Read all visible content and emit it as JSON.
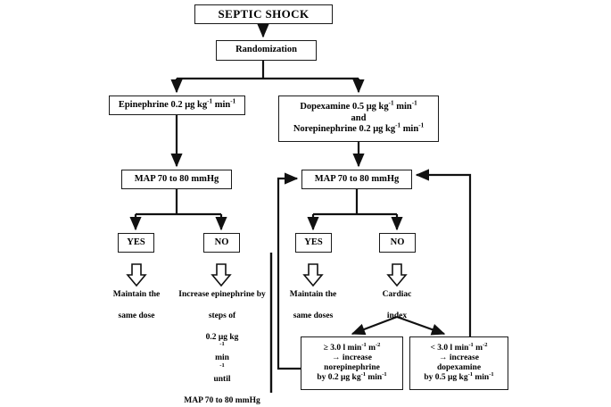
{
  "title": "Septic shock randomization and vasopressor titration flowchart",
  "diagram": {
    "type": "flowchart",
    "nodes": {
      "septic_shock": "SEPTIC SHOCK",
      "randomization": "Randomization",
      "epinephrine_arm_line1": "Epinephrine 0.2 μg kg",
      "epinephrine_arm_sup1": "-1",
      "epinephrine_arm_line2": " min",
      "epinephrine_arm_sup2": "-1",
      "dopexamine_arm_l1a": "Dopexamine 0.5 μg kg",
      "dopexamine_arm_l1sup1": "-1",
      "dopexamine_arm_l1b": " min",
      "dopexamine_arm_l1sup2": "-1",
      "dopexamine_arm_l2": "and",
      "dopexamine_arm_l3a": "Norepinephrine 0.2 μg kg",
      "dopexamine_arm_l3sup1": "-1",
      "dopexamine_arm_l3b": " min",
      "dopexamine_arm_l3sup2": "-1",
      "map_left": "MAP 70 to 80 mmHg",
      "map_right": "MAP 70 to 80 mmHg",
      "yes_left": "YES",
      "no_left": "NO",
      "yes_right": "YES",
      "no_right": "NO",
      "ci_high_l1": "≥ 3.0 l min",
      "ci_high_l1sup1": "-1",
      "ci_high_l1b": " m",
      "ci_high_l1sup2": "-2",
      "ci_high_l2": "→ increase",
      "ci_high_l3": "norepinephrine",
      "ci_high_l4": "by 0.2 μg kg",
      "ci_high_l4sup1": "-1",
      "ci_high_l4b": " min",
      "ci_high_l4sup2": "-1",
      "ci_low_l1": "< 3.0 l min",
      "ci_low_l1sup1": "-1",
      "ci_low_l1b": " m",
      "ci_low_l1sup2": "-2",
      "ci_low_l2": "→ increase",
      "ci_low_l3": "dopexamine",
      "ci_low_l4": "by 0.5 μg kg",
      "ci_low_l4sup1": "-1",
      "ci_low_l4b": " min",
      "ci_low_l4sup2": "-1"
    },
    "labels": {
      "maintain_same_dose_l1": "Maintain the",
      "maintain_same_dose_l2": "same dose",
      "increase_epi_l1": "Increase epinephrine by",
      "increase_epi_l2": "steps of",
      "increase_epi_l3": "0.2 μg kg",
      "increase_epi_l3sup1": "-1",
      "increase_epi_l3b": " min",
      "increase_epi_l3sup2": "-1",
      "increase_epi_l3c": " until",
      "increase_epi_l4": "MAP 70 to 80 mmHg",
      "maintain_same_doses_l1": "Maintain the",
      "maintain_same_doses_l2": "same doses",
      "cardiac_index_l1": "Cardiac",
      "cardiac_index_l2": "index"
    },
    "colors": {
      "stroke": "#1a1a1a",
      "box_fill": "#ffffff",
      "text": "#000000",
      "background": "#ffffff"
    }
  }
}
